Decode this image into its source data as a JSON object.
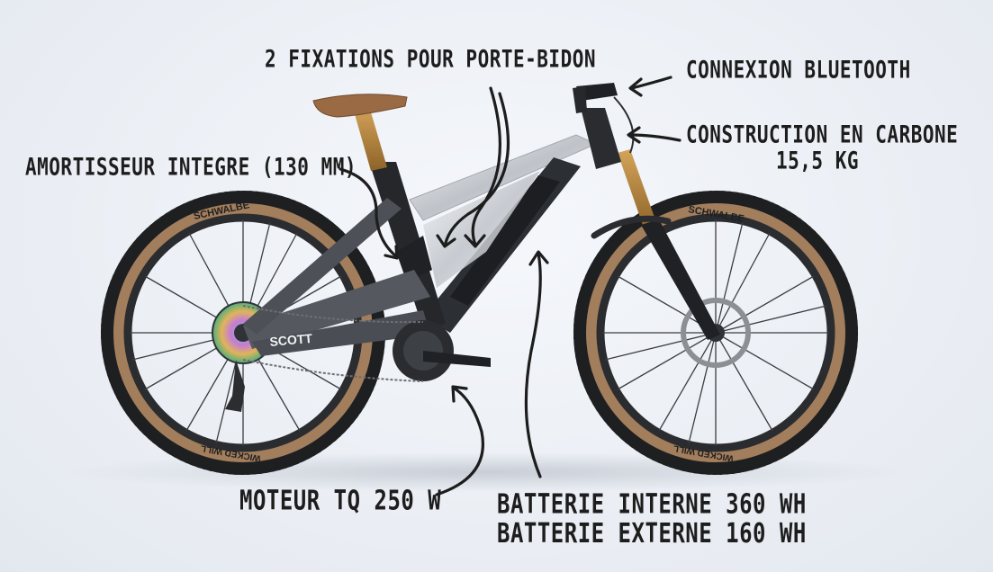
{
  "annotations": {
    "bottle_mounts": "2 FIXATIONS POUR PORTE-BIDON",
    "bluetooth": "CONNEXION BLUETOOTH",
    "carbon": "CONSTRUCTION EN CARBONE",
    "weight": "15,5 KG",
    "shock": "AMORTISSEUR INTEGRE (130 MM)",
    "motor": "MOTEUR TQ 250 W",
    "battery_internal": "BATTERIE INTERNE 360 WH",
    "battery_external": "BATTERIE EXTERNE 160 WH"
  },
  "bike": {
    "brand": "SCOTT",
    "tire_brand": "SCHWALBE",
    "tire_model": "WICKED WILL"
  },
  "colors": {
    "background": "#eef1f6",
    "tire_wall": "#a37e5c",
    "frame_dark": "#2c2f33",
    "frame_silver": "#d9dce0",
    "saddle": "#9a6a44",
    "fork_gold": "#b8893f",
    "ink": "#1d1d1d"
  }
}
